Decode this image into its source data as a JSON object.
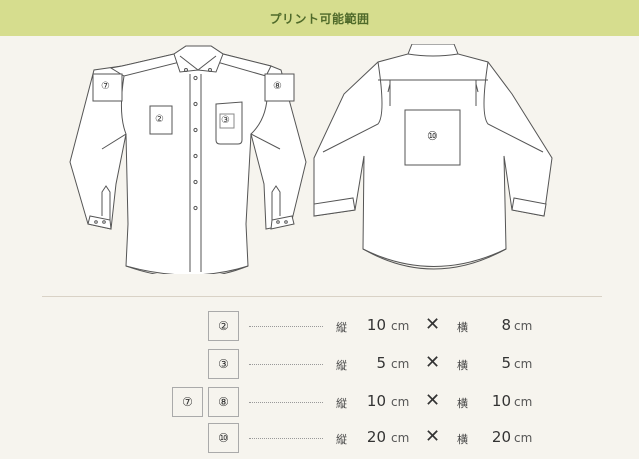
{
  "header": {
    "title": "プリント可能範囲"
  },
  "front_labels": {
    "left_sleeve": "⑦",
    "right_sleeve": "⑧",
    "left_chest": "②",
    "pocket": "③"
  },
  "back_labels": {
    "back": "⑩"
  },
  "spec_labels": {
    "vertical": "縦",
    "horizontal": "横",
    "times": "✕",
    "unit": "cm"
  },
  "specs": [
    {
      "badges": [
        "②"
      ],
      "vertical": "10",
      "horizontal": "8"
    },
    {
      "badges": [
        "③"
      ],
      "vertical": "5",
      "horizontal": "5"
    },
    {
      "badges": [
        "⑦",
        "⑧"
      ],
      "vertical": "10",
      "horizontal": "10"
    },
    {
      "badges": [
        "⑩"
      ],
      "vertical": "20",
      "horizontal": "20"
    }
  ],
  "colors": {
    "header_bg": "#d6dd8e",
    "header_text": "#4f6a2a",
    "page_bg": "#f6f4ee",
    "line": "#555555"
  }
}
